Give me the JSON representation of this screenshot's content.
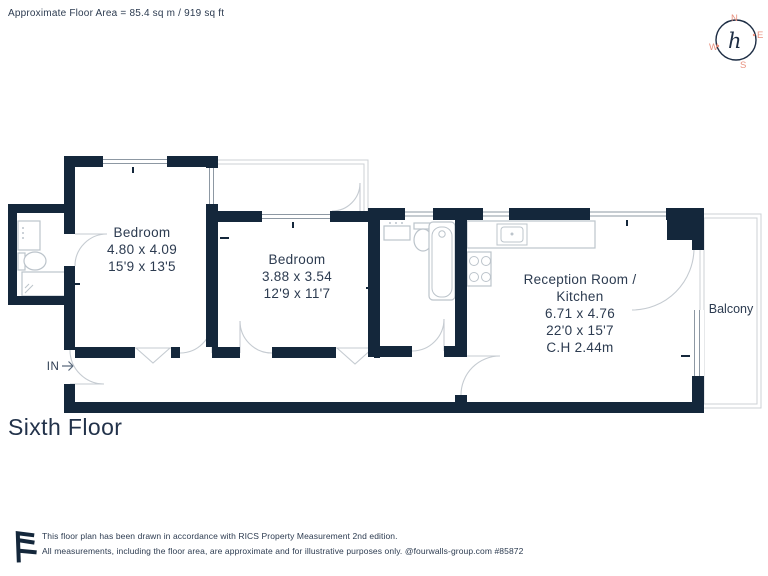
{
  "header": {
    "floor_area": "Approximate Floor Area = 85.4 sq m / 919 sq ft"
  },
  "compass": {
    "north": "N",
    "east": "E",
    "south": "S",
    "west": "W",
    "monogram": "h"
  },
  "rooms": {
    "bedroom1": {
      "name": "Bedroom",
      "metric": "4.80 x 4.09",
      "imperial": "15'9 x 13'5"
    },
    "bedroom2": {
      "name": "Bedroom",
      "metric": "3.88 x 3.54",
      "imperial": "12'9 x 11'7"
    },
    "reception": {
      "name_line1": "Reception Room /",
      "name_line2": "Kitchen",
      "metric": "6.71 x 4.76",
      "imperial": "22'0 x 15'7",
      "ceiling": "C.H 2.44m"
    },
    "balcony": {
      "name": "Balcony"
    }
  },
  "entrance": {
    "label": "IN"
  },
  "floor": {
    "title": "Sixth Floor"
  },
  "footer": {
    "line1": "This floor plan has been drawn in accordance with RICS Property Measurement 2nd edition.",
    "line2": "All measurements, including the floor area, are approximate and for illustrative purposes only. @fourwalls-group.com #85872"
  },
  "colors": {
    "wall": "#14273b",
    "text": "#2c3b50",
    "accent": "#e8917f",
    "light_line": "#ccd1d6"
  }
}
